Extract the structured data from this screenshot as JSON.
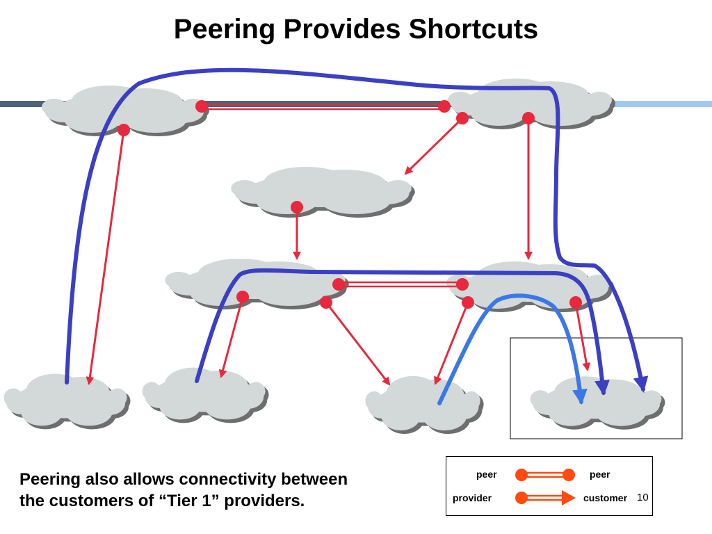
{
  "slide": {
    "title": "Peering Provides Shortcuts",
    "caption_line1": "Peering also allows connectivity between",
    "caption_line2": "the customers of “Tier 1” providers.",
    "page_number": "10"
  },
  "legend": {
    "peer_left": "peer",
    "peer_right": "peer",
    "provider_label": "provider",
    "customer_label": "customer"
  },
  "colors": {
    "cloud_fill": "#d3d8d9",
    "cloud_shadow": "#6e6e6e",
    "relation_link": "#e8283c",
    "path_primary": "#3b3fc4",
    "path_highlight": "#3b78e6",
    "legend_link": "#ff4a10",
    "header_bar_left": "#4d6478",
    "header_bar_right": "#a3c8ee"
  }
}
